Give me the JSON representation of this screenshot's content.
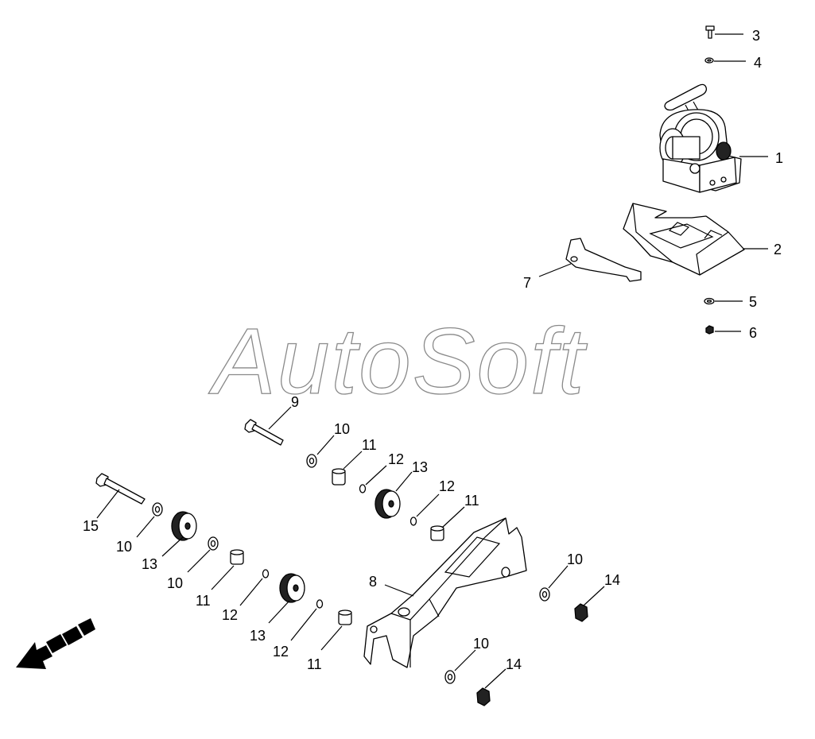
{
  "watermark": {
    "text": "AutoSoft"
  },
  "callouts": {
    "c1": "1",
    "c2": "2",
    "c3": "3",
    "c4": "4",
    "c5": "5",
    "c6": "6",
    "c7": "7",
    "c8": "8",
    "c9": "9",
    "c10a": "10",
    "c10b": "10",
    "c10c": "10",
    "c10d": "10",
    "c10e": "10",
    "c11a": "11",
    "c11b": "11",
    "c11c": "11",
    "c11d": "11",
    "c12a": "12",
    "c12b": "12",
    "c12c": "12",
    "c12d": "12",
    "c13a": "13",
    "c13b": "13",
    "c13c": "13",
    "c14a": "14",
    "c14b": "14",
    "c15": "15"
  }
}
